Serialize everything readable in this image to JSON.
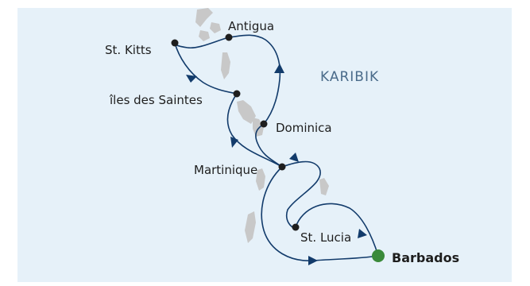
{
  "map": {
    "sea_label": "KARIBIK",
    "colors": {
      "sea": "#e6f1f9",
      "land": "#c8c8c8",
      "route": "#123b6b",
      "port": "#1e1e1e",
      "home_port": "#3a8a3a",
      "sea_label": "#4a6b8a"
    },
    "ports": [
      {
        "id": "antigua",
        "label": "Antigua",
        "home": false
      },
      {
        "id": "st-kitts",
        "label": "St. Kitts",
        "home": false
      },
      {
        "id": "iles-des-saintes",
        "label": "îles des Saintes",
        "home": false
      },
      {
        "id": "dominica",
        "label": "Dominica",
        "home": false
      },
      {
        "id": "martinique",
        "label": "Martinique",
        "home": false
      },
      {
        "id": "st-lucia",
        "label": "St. Lucia",
        "home": false
      },
      {
        "id": "barbados",
        "label": "Barbados",
        "home": true
      }
    ]
  }
}
